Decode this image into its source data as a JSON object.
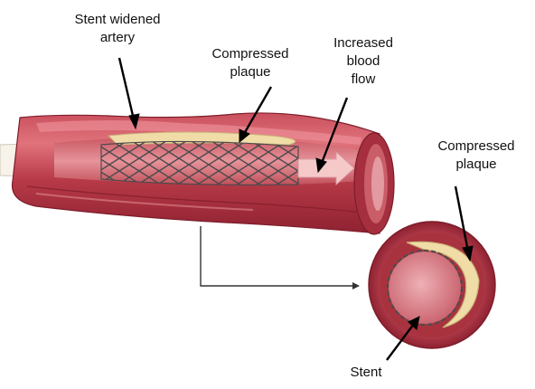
{
  "labels": {
    "stent_widened_artery": [
      "Stent widened",
      "artery"
    ],
    "compressed_plaque_side": [
      "Compressed",
      "plaque"
    ],
    "increased_blood_flow": [
      "Increased",
      "blood",
      "flow"
    ],
    "compressed_plaque_cross": [
      "Compressed",
      "plaque"
    ],
    "stent": [
      "Stent"
    ]
  },
  "colors": {
    "artery_wall": "#b83a48",
    "artery_highlight": "#e0737c",
    "artery_dark": "#8e2231",
    "lumen_inner": "#d8717a",
    "plaque": "#f0dca6",
    "stent_mesh": "#5a5558",
    "arrow_fill": "#f6c9c9"
  }
}
